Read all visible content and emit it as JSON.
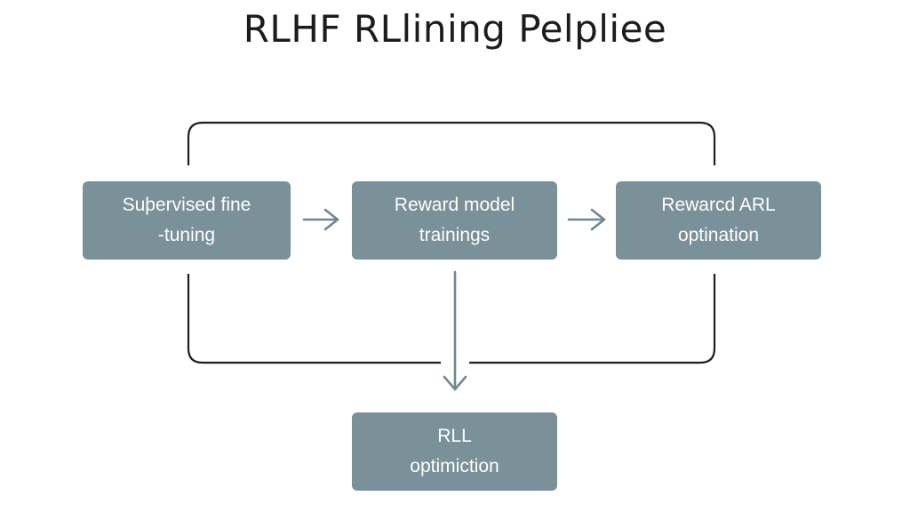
{
  "title": "RLHF RLlining Pelpliee",
  "colors": {
    "box_fill": "#7a9199",
    "box_text": "#ffffff",
    "connector": "#1f1f1f",
    "arrow": "#6f8790",
    "title": "#1c1c1c"
  },
  "nodes": {
    "sft": {
      "line1": "Suþervised fine",
      "line2": "-tuning"
    },
    "reward_model": {
      "line1": "Reward model",
      "line2": "trainings"
    },
    "reward_arl": {
      "line1": "Rewarcd ARL",
      "line2": "optination"
    },
    "rl_opt": {
      "line1": "RLL",
      "line2": "optimiction"
    }
  },
  "edges": [
    {
      "from": "sft",
      "to": "reward_model",
      "style": "arrow"
    },
    {
      "from": "reward_model",
      "to": "reward_arl",
      "style": "arrow"
    },
    {
      "from": "reward_model",
      "to": "rl_opt",
      "style": "arrow"
    },
    {
      "from": "sft",
      "to": "reward_arl",
      "style": "bracket-top"
    },
    {
      "from": "sft",
      "to": "reward_arl",
      "style": "bracket-bottom"
    }
  ]
}
